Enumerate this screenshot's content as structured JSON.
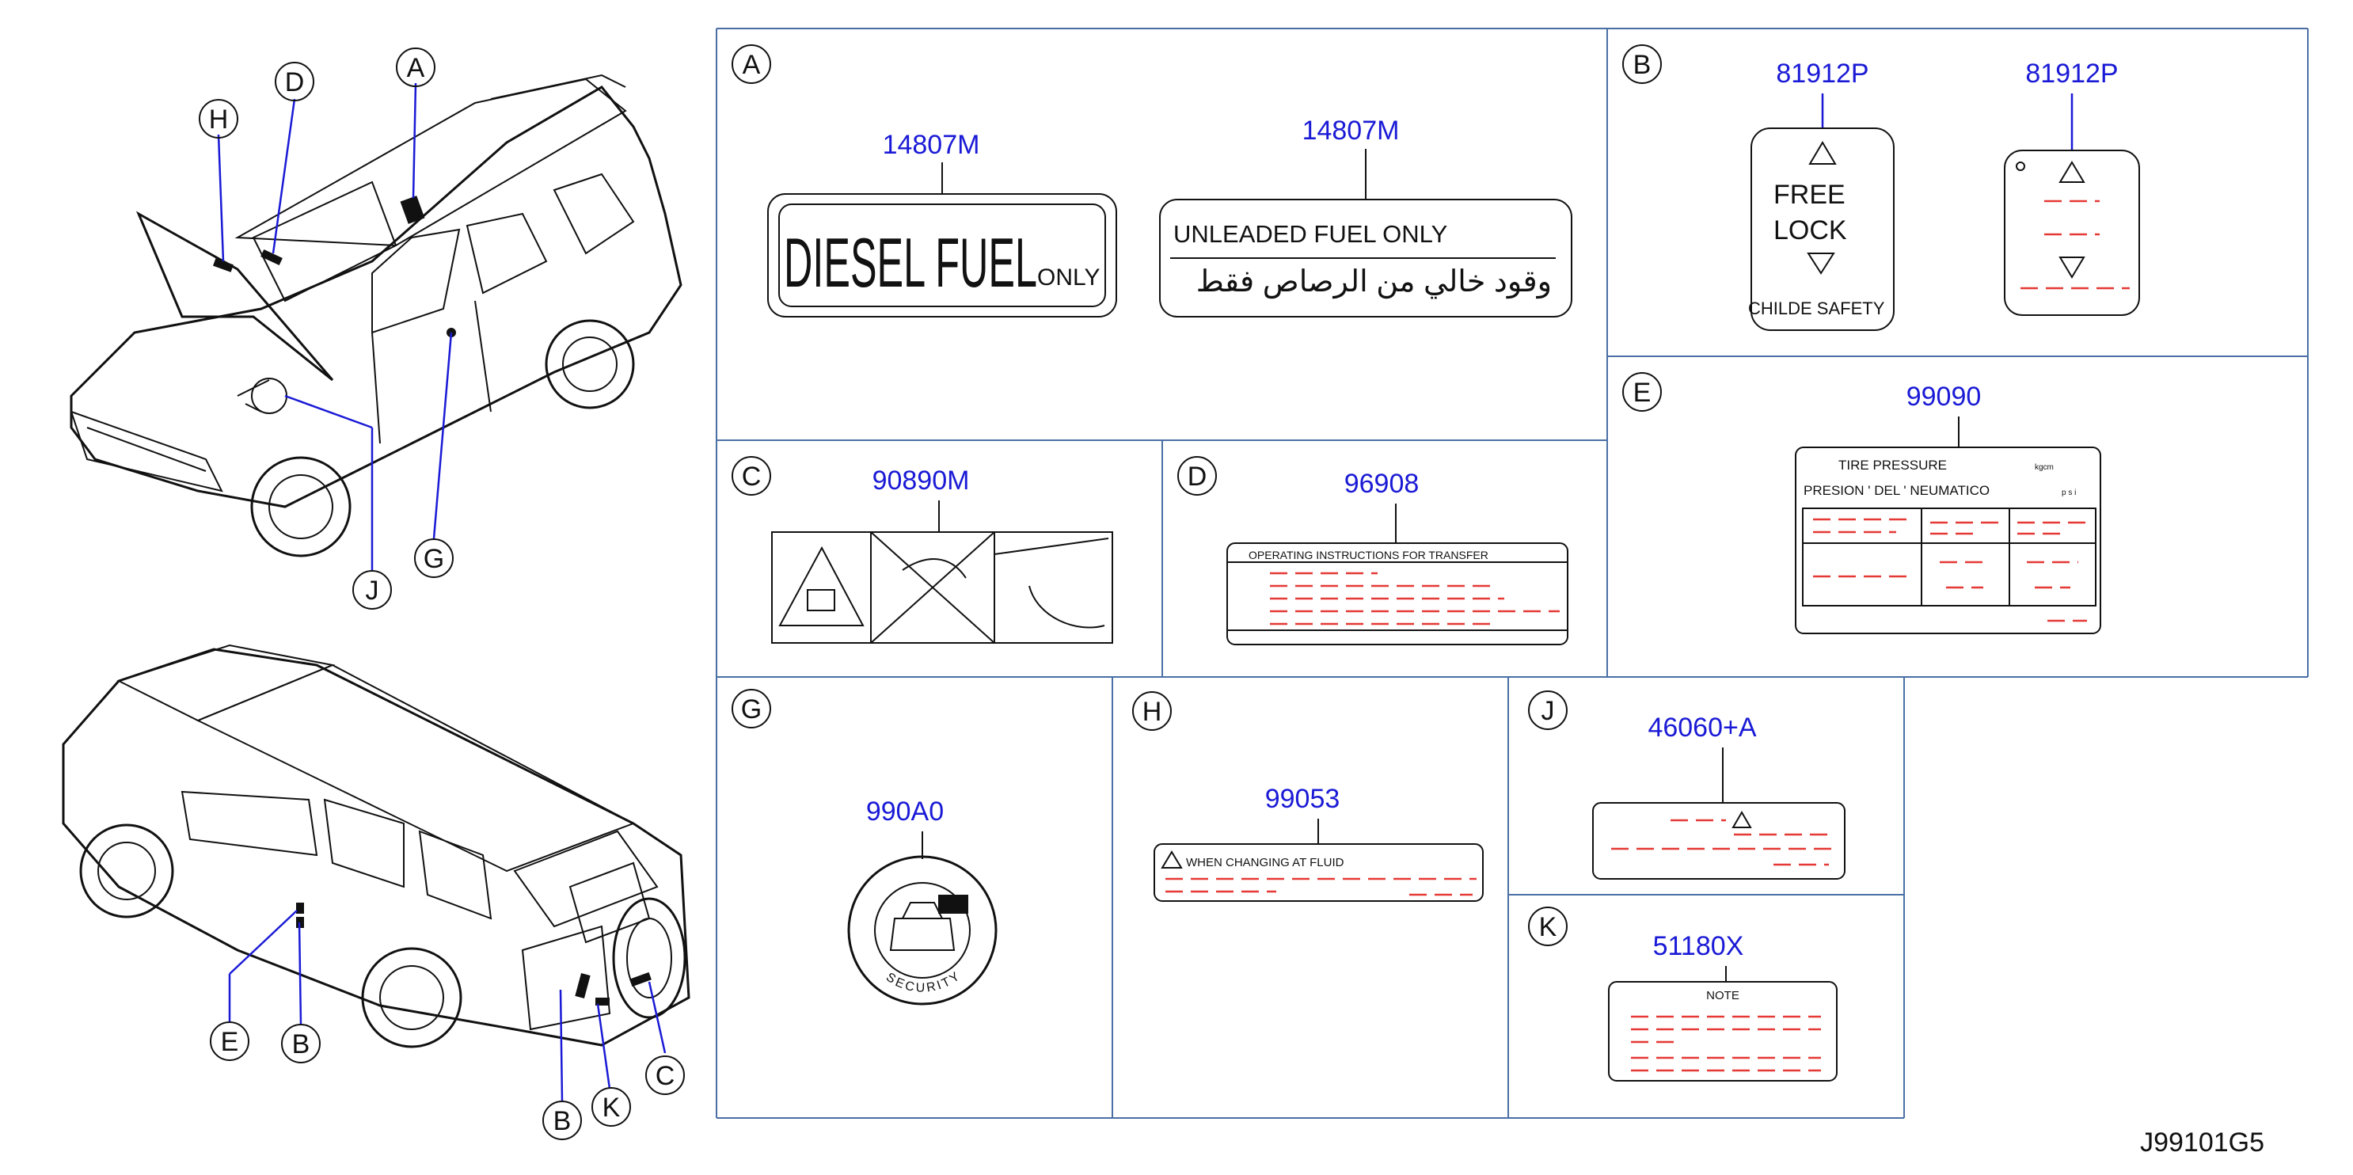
{
  "diagram_code": "J99101G5",
  "callouts": [
    "A",
    "B",
    "C",
    "D",
    "E",
    "G",
    "H",
    "J",
    "K"
  ],
  "panels": [
    {
      "letter": "A",
      "parts": [
        "14807M",
        "14807M"
      ]
    },
    {
      "letter": "B",
      "parts": [
        "81912P",
        "81912P"
      ]
    },
    {
      "letter": "C",
      "parts": [
        "90890M"
      ]
    },
    {
      "letter": "D",
      "parts": [
        "96908"
      ]
    },
    {
      "letter": "E",
      "parts": [
        "99090"
      ]
    },
    {
      "letter": "G",
      "parts": [
        "990A0"
      ]
    },
    {
      "letter": "H",
      "parts": [
        "99053"
      ]
    },
    {
      "letter": "J",
      "parts": [
        "46060+A"
      ]
    },
    {
      "letter": "K",
      "parts": [
        "51180X"
      ]
    }
  ],
  "labels": {
    "diesel_main": "DIESEL FUEL",
    "diesel_only": "ONLY",
    "unleaded": "UNLEADED   FUEL   ONLY",
    "unleaded_arabic": "وقود خالي من الرصاص فقط",
    "free": "FREE",
    "lock": "LOCK",
    "childe_safety": "CHILDE   SAFETY",
    "operating": "OPERATING    INSTRUCTIONS    FOR    TRANSFER",
    "tire_pressure": "TIRE     PRESSURE",
    "kgcm": "kgcm",
    "presion": "PRESION   '   DEL   '   NEUMATICO",
    "psi": "p  s  i",
    "security": "SECURITY",
    "when_changing": "WHEN     CHANGING     AT     FLUID",
    "note": "NOTE"
  }
}
